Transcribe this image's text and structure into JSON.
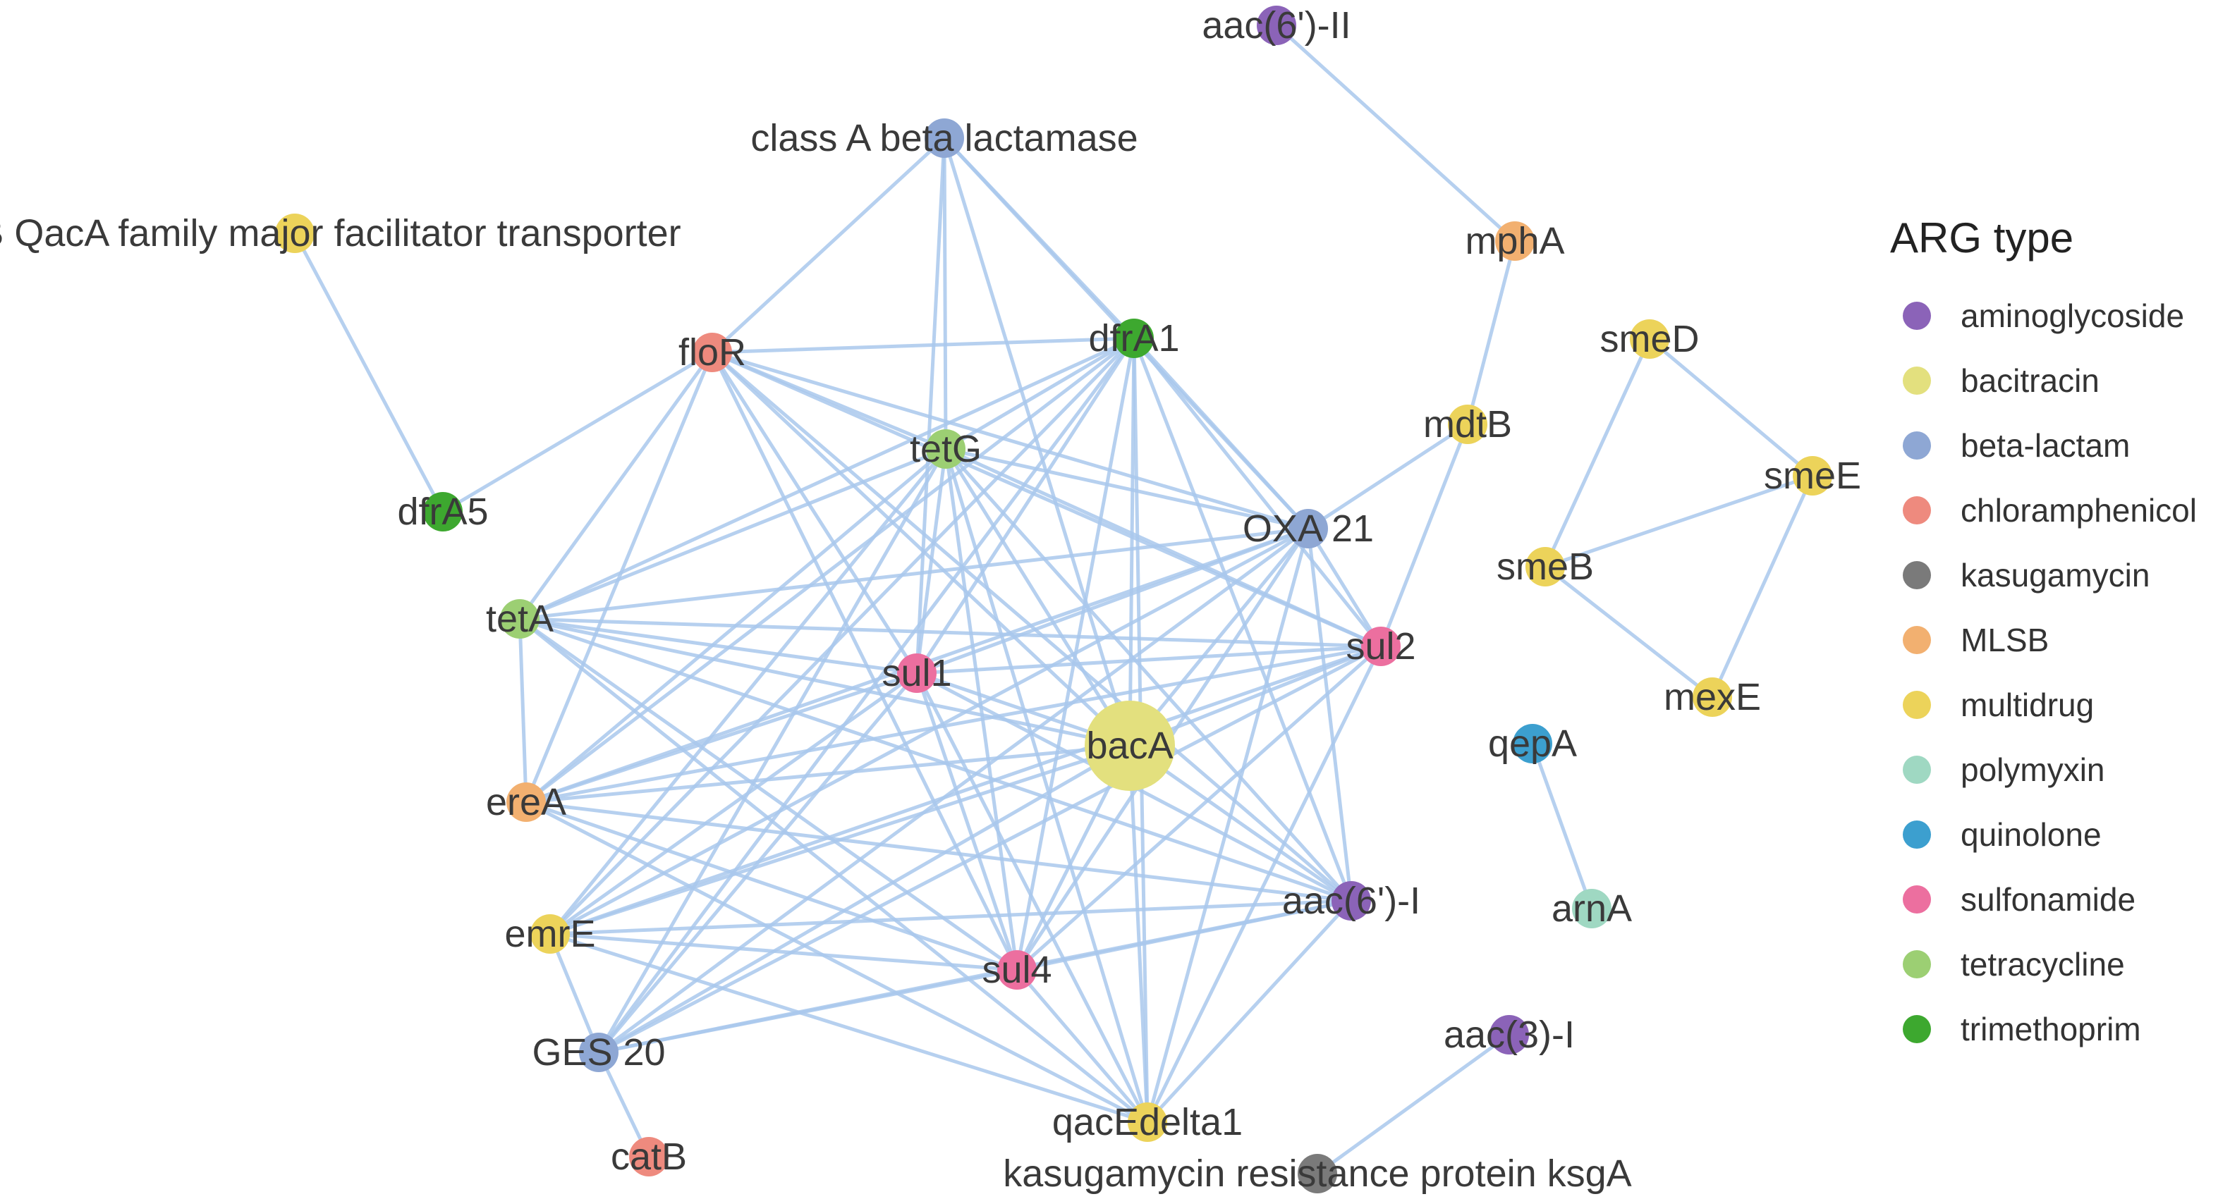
{
  "legend": {
    "title": "ARG type",
    "items": [
      {
        "id": "aminoglycoside",
        "label": "aminoglycoside",
        "color": "#8b63b8"
      },
      {
        "id": "bacitracin",
        "label": "bacitracin",
        "color": "#e3e07e"
      },
      {
        "id": "beta-lactam",
        "label": "beta-lactam",
        "color": "#8ea7d4"
      },
      {
        "id": "chloramphenicol",
        "label": "chloramphenicol",
        "color": "#ee8a7e"
      },
      {
        "id": "kasugamycin",
        "label": "kasugamycin",
        "color": "#7a7a7a"
      },
      {
        "id": "MLSB",
        "label": "MLSB",
        "color": "#f2b070"
      },
      {
        "id": "multidrug",
        "label": "multidrug",
        "color": "#ecd35a"
      },
      {
        "id": "polymyxin",
        "label": "polymyxin",
        "color": "#9fd8c2"
      },
      {
        "id": "quinolone",
        "label": "quinolone",
        "color": "#3c9fcf"
      },
      {
        "id": "sulfonamide",
        "label": "sulfonamide",
        "color": "#ec6f9f"
      },
      {
        "id": "tetracycline",
        "label": "tetracycline",
        "color": "#9ccf73"
      },
      {
        "id": "trimethoprim",
        "label": "trimethoprim",
        "color": "#3da82f"
      }
    ]
  },
  "nodes": [
    {
      "id": "aac6II",
      "label": "aac(6')-II",
      "type": "aminoglycoside"
    },
    {
      "id": "classA",
      "label": "class A beta lactamase",
      "type": "beta-lactam"
    },
    {
      "id": "emrB",
      "label": "EmrB QacA family major facilitator transporter",
      "type": "multidrug"
    },
    {
      "id": "mphA",
      "label": "mphA",
      "type": "MLSB"
    },
    {
      "id": "floR",
      "label": "floR",
      "type": "chloramphenicol"
    },
    {
      "id": "dfrA1",
      "label": "dfrA1",
      "type": "trimethoprim"
    },
    {
      "id": "tetG",
      "label": "tetG",
      "type": "tetracycline"
    },
    {
      "id": "mdtB",
      "label": "mdtB",
      "type": "multidrug"
    },
    {
      "id": "smeD",
      "label": "smeD",
      "type": "multidrug"
    },
    {
      "id": "smeE",
      "label": "smeE",
      "type": "multidrug"
    },
    {
      "id": "dfrA5",
      "label": "dfrA5",
      "type": "trimethoprim"
    },
    {
      "id": "OXA21",
      "label": "OXA 21",
      "type": "beta-lactam"
    },
    {
      "id": "smeB",
      "label": "smeB",
      "type": "multidrug"
    },
    {
      "id": "tetA",
      "label": "tetA",
      "type": "tetracycline"
    },
    {
      "id": "sul1",
      "label": "sul1",
      "type": "sulfonamide"
    },
    {
      "id": "sul2",
      "label": "sul2",
      "type": "sulfonamide"
    },
    {
      "id": "mexE",
      "label": "mexE",
      "type": "multidrug"
    },
    {
      "id": "bacA",
      "label": "bacA",
      "type": "bacitracin"
    },
    {
      "id": "qepA",
      "label": "qepA",
      "type": "quinolone"
    },
    {
      "id": "ereA",
      "label": "ereA",
      "type": "MLSB"
    },
    {
      "id": "arnA",
      "label": "arnA",
      "type": "polymyxin"
    },
    {
      "id": "aac6I",
      "label": "aac(6')-I",
      "type": "aminoglycoside"
    },
    {
      "id": "emrE",
      "label": "emrE",
      "type": "multidrug"
    },
    {
      "id": "sul4",
      "label": "sul4",
      "type": "sulfonamide"
    },
    {
      "id": "aac3I",
      "label": "aac(3)-I",
      "type": "aminoglycoside"
    },
    {
      "id": "GES20",
      "label": "GES 20",
      "type": "beta-lactam"
    },
    {
      "id": "qacEdelta1",
      "label": "qacEdelta1",
      "type": "multidrug"
    },
    {
      "id": "catB",
      "label": "catB",
      "type": "chloramphenicol"
    },
    {
      "id": "ksgA",
      "label": "kasugamycin resistance protein ksgA",
      "type": "kasugamycin"
    }
  ],
  "edges": [
    [
      "aac6II",
      "mphA"
    ],
    [
      "mphA",
      "mdtB"
    ],
    [
      "mdtB",
      "OXA21"
    ],
    [
      "mdtB",
      "sul2"
    ],
    [
      "emrB",
      "dfrA5"
    ],
    [
      "dfrA5",
      "floR"
    ],
    [
      "classA",
      "floR"
    ],
    [
      "classA",
      "tetG"
    ],
    [
      "classA",
      "dfrA1"
    ],
    [
      "classA",
      "sul1"
    ],
    [
      "classA",
      "bacA"
    ],
    [
      "classA",
      "OXA21"
    ],
    [
      "smeD",
      "smeE"
    ],
    [
      "smeD",
      "smeB"
    ],
    [
      "smeB",
      "smeE"
    ],
    [
      "smeB",
      "mexE"
    ],
    [
      "mexE",
      "smeE"
    ],
    [
      "qepA",
      "arnA"
    ],
    [
      "aac3I",
      "ksgA"
    ],
    [
      "emrE",
      "GES20"
    ],
    [
      "GES20",
      "catB"
    ],
    [
      "floR",
      "dfrA1"
    ],
    [
      "floR",
      "tetG"
    ],
    [
      "floR",
      "OXA21"
    ],
    [
      "floR",
      "sul2"
    ],
    [
      "floR",
      "bacA"
    ],
    [
      "floR",
      "sul4"
    ],
    [
      "floR",
      "tetA"
    ],
    [
      "floR",
      "ereA"
    ],
    [
      "floR",
      "aac6I"
    ],
    [
      "floR",
      "sul1"
    ],
    [
      "dfrA1",
      "tetG"
    ],
    [
      "dfrA1",
      "OXA21"
    ],
    [
      "dfrA1",
      "sul2"
    ],
    [
      "dfrA1",
      "sul1"
    ],
    [
      "dfrA1",
      "bacA"
    ],
    [
      "dfrA1",
      "tetA"
    ],
    [
      "dfrA1",
      "ereA"
    ],
    [
      "dfrA1",
      "emrE"
    ],
    [
      "dfrA1",
      "sul4"
    ],
    [
      "dfrA1",
      "aac6I"
    ],
    [
      "dfrA1",
      "GES20"
    ],
    [
      "dfrA1",
      "qacEdelta1"
    ],
    [
      "tetG",
      "OXA21"
    ],
    [
      "tetG",
      "sul2"
    ],
    [
      "tetG",
      "sul1"
    ],
    [
      "tetG",
      "bacA"
    ],
    [
      "tetG",
      "tetA"
    ],
    [
      "tetG",
      "ereA"
    ],
    [
      "tetG",
      "emrE"
    ],
    [
      "tetG",
      "sul4"
    ],
    [
      "tetG",
      "aac6I"
    ],
    [
      "tetG",
      "qacEdelta1"
    ],
    [
      "tetG",
      "GES20"
    ],
    [
      "OXA21",
      "sul2"
    ],
    [
      "OXA21",
      "sul1"
    ],
    [
      "OXA21",
      "bacA"
    ],
    [
      "OXA21",
      "tetA"
    ],
    [
      "OXA21",
      "ereA"
    ],
    [
      "OXA21",
      "emrE"
    ],
    [
      "OXA21",
      "sul4"
    ],
    [
      "OXA21",
      "aac6I"
    ],
    [
      "OXA21",
      "GES20"
    ],
    [
      "OXA21",
      "qacEdelta1"
    ],
    [
      "sul2",
      "sul1"
    ],
    [
      "sul2",
      "bacA"
    ],
    [
      "sul2",
      "tetA"
    ],
    [
      "sul2",
      "ereA"
    ],
    [
      "sul2",
      "emrE"
    ],
    [
      "sul2",
      "sul4"
    ],
    [
      "sul2",
      "GES20"
    ],
    [
      "sul2",
      "qacEdelta1"
    ],
    [
      "tetA",
      "sul1"
    ],
    [
      "tetA",
      "bacA"
    ],
    [
      "tetA",
      "ereA"
    ],
    [
      "tetA",
      "sul4"
    ],
    [
      "tetA",
      "aac6I"
    ],
    [
      "tetA",
      "qacEdelta1"
    ],
    [
      "sul1",
      "bacA"
    ],
    [
      "sul1",
      "ereA"
    ],
    [
      "sul1",
      "emrE"
    ],
    [
      "sul1",
      "sul4"
    ],
    [
      "sul1",
      "aac6I"
    ],
    [
      "sul1",
      "qacEdelta1"
    ],
    [
      "sul1",
      "GES20"
    ],
    [
      "bacA",
      "ereA"
    ],
    [
      "bacA",
      "emrE"
    ],
    [
      "bacA",
      "sul4"
    ],
    [
      "bacA",
      "aac6I"
    ],
    [
      "bacA",
      "qacEdelta1"
    ],
    [
      "bacA",
      "GES20"
    ],
    [
      "ereA",
      "sul4"
    ],
    [
      "ereA",
      "aac6I"
    ],
    [
      "ereA",
      "qacEdelta1"
    ],
    [
      "emrE",
      "sul4"
    ],
    [
      "emrE",
      "aac6I"
    ],
    [
      "emrE",
      "qacEdelta1"
    ],
    [
      "sul4",
      "aac6I"
    ],
    [
      "sul4",
      "qacEdelta1"
    ],
    [
      "sul4",
      "GES20"
    ],
    [
      "aac6I",
      "GES20"
    ],
    [
      "aac6I",
      "qacEdelta1"
    ]
  ]
}
